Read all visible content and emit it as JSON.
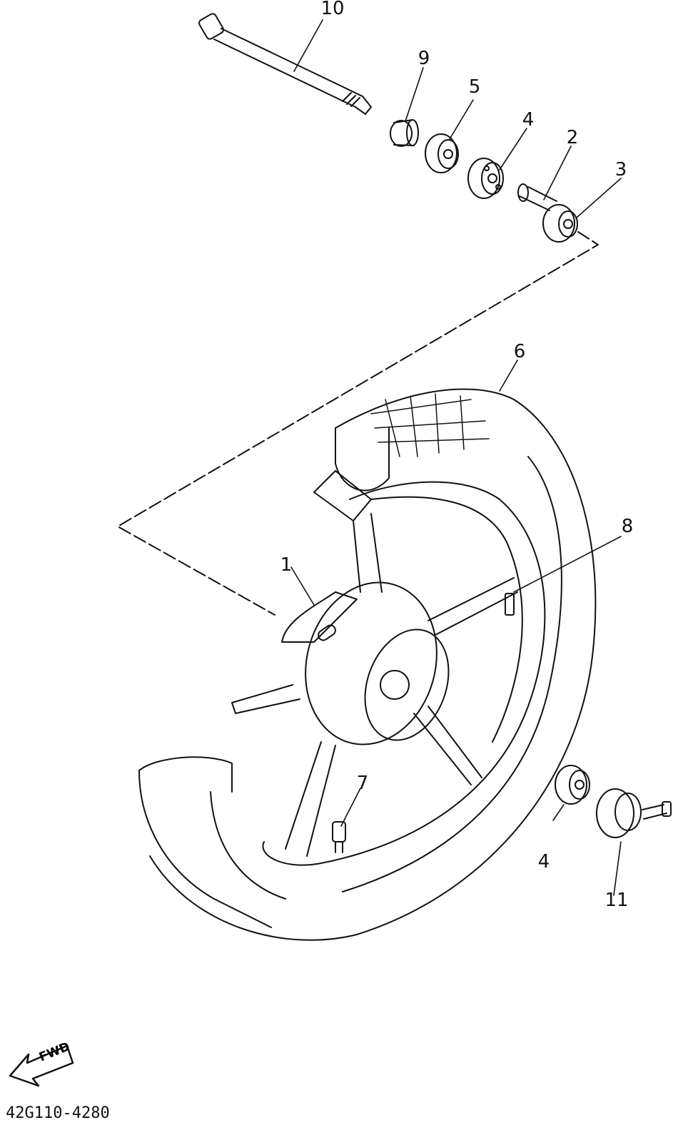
{
  "callouts": {
    "c1": "1",
    "c2": "2",
    "c3": "3",
    "c4a": "4",
    "c4b": "4",
    "c5": "5",
    "c6": "6",
    "c7": "7",
    "c8": "8",
    "c9": "9",
    "c10": "10",
    "c11": "11"
  },
  "fwd_label": "FWD",
  "figure_code": "42G110-4280"
}
